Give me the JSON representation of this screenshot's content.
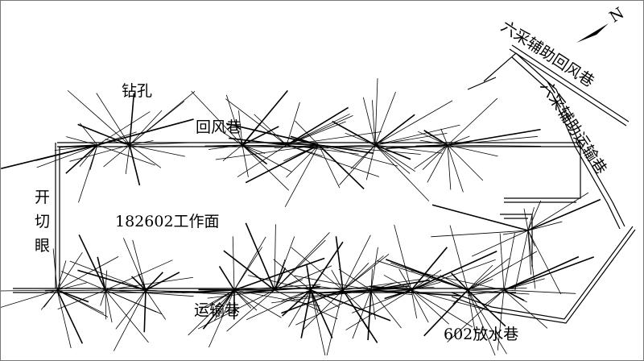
{
  "labels": {
    "drill_holes": "钻孔",
    "return_air_roadway": "回风巷",
    "open_cut": [
      "开",
      "切",
      "眼"
    ],
    "working_face": "182602工作面",
    "haulage_roadway": "运输巷",
    "drainage_roadway": "602放水巷",
    "aux_return_air": "六采辅助回风巷",
    "aux_haulage": "六采辅助运输巷",
    "north": "N"
  },
  "colors": {
    "line": "#000000",
    "background": "#ffffff"
  }
}
